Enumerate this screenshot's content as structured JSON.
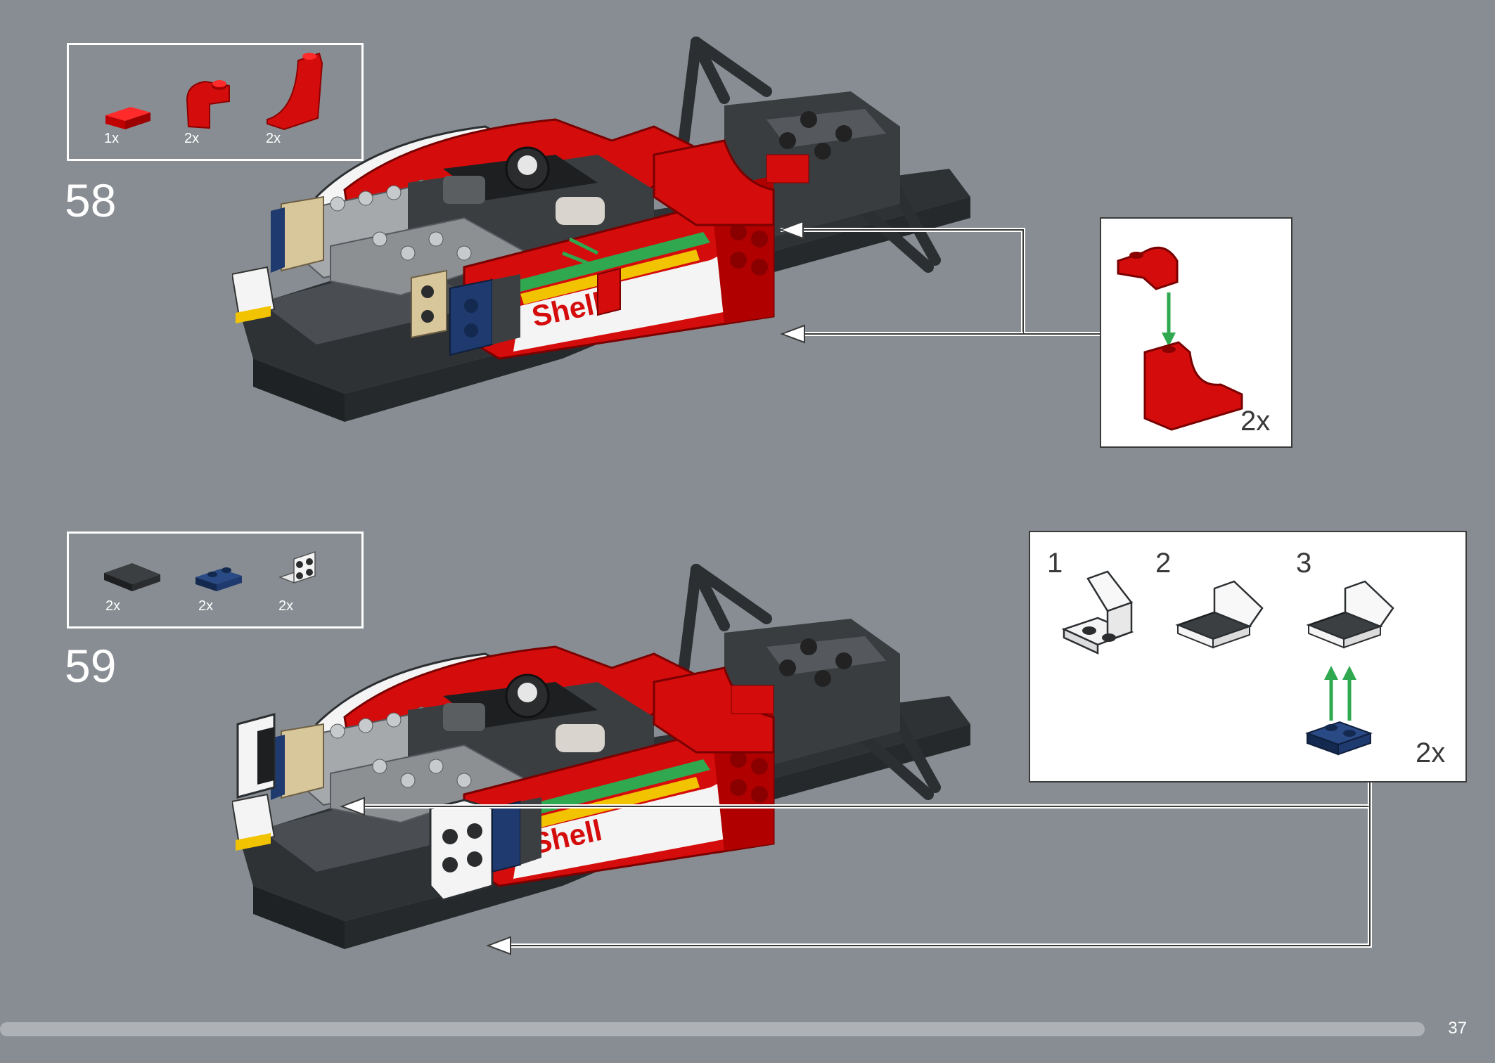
{
  "steps": [
    {
      "number": "58",
      "parts": [
        {
          "icon": "red-tile-1x2-icon",
          "qty": "1x"
        },
        {
          "icon": "red-bracket-icon",
          "qty": "2x"
        },
        {
          "icon": "red-curved-slope-icon",
          "qty": "2x"
        }
      ],
      "callout": {
        "qty": "2x"
      }
    },
    {
      "number": "59",
      "parts": [
        {
          "icon": "black-tile-2x2-icon",
          "qty": "2x"
        },
        {
          "icon": "blue-plate-1x2-icon",
          "qty": "2x"
        },
        {
          "icon": "white-bracket-icon",
          "qty": "2x"
        }
      ],
      "callout": {
        "substeps": [
          "1",
          "2",
          "3"
        ],
        "qty": "2x"
      }
    }
  ],
  "model": {
    "sticker_text": "Shell"
  },
  "page": {
    "number": "37"
  },
  "colors": {
    "background": "#878d92",
    "red": "#d40c0c",
    "dark_gray": "#3c3f42",
    "light_gray": "#a6a9ac",
    "blue": "#1e3a6e",
    "tan": "#d8c79a",
    "green_arrow": "#2fa84f"
  }
}
